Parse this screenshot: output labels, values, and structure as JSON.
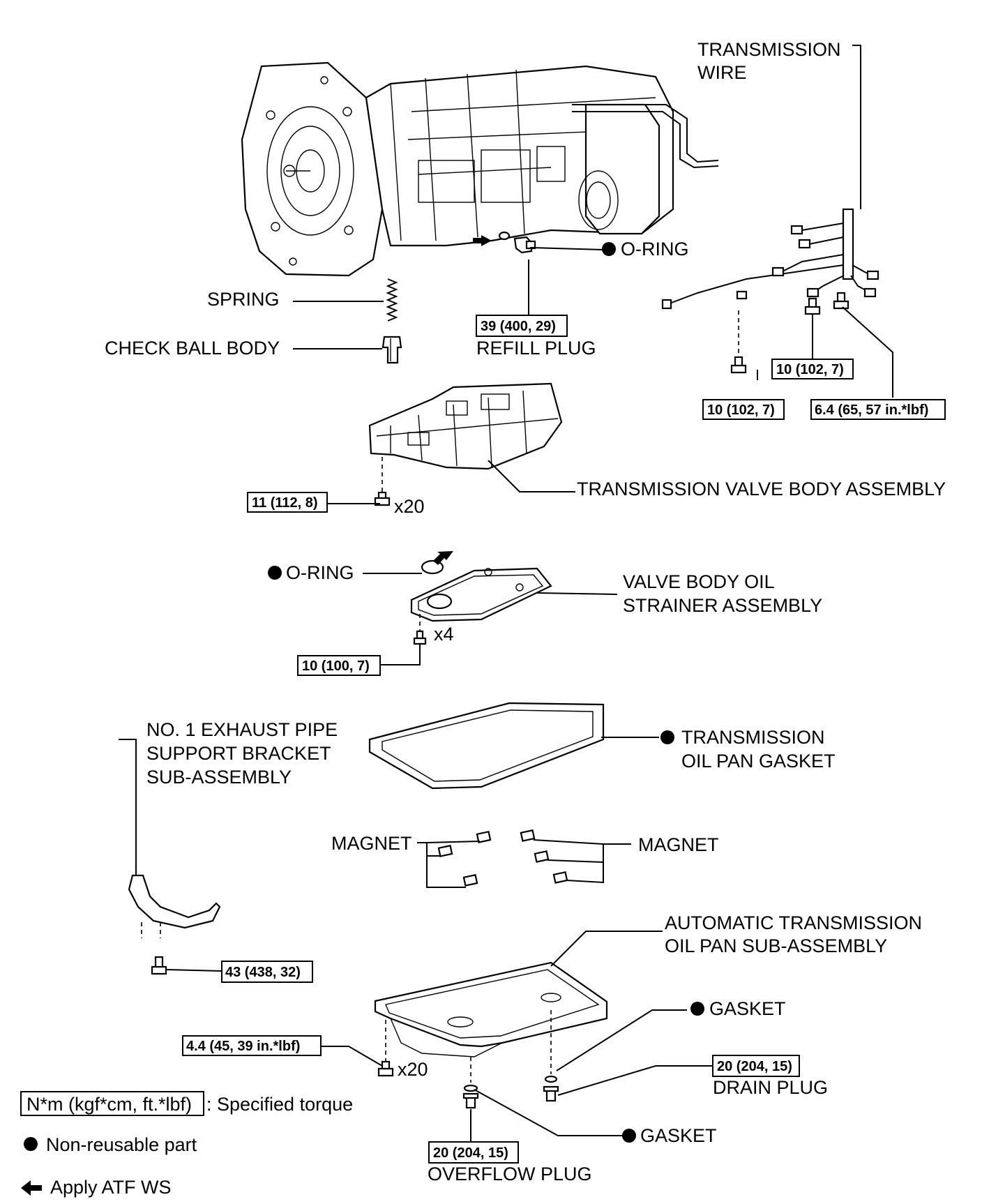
{
  "labels": {
    "transmission_wire_1": "TRANSMISSION",
    "transmission_wire_2": "WIRE",
    "o_ring_top": "O-RING",
    "spring": "SPRING",
    "check_ball_body": "CHECK BALL BODY",
    "refill_plug": "REFILL PLUG",
    "valve_body": "TRANSMISSION VALVE BODY ASSEMBLY",
    "x20_valve": "x20",
    "o_ring_strainer": "O-RING",
    "strainer_1": "VALVE BODY OIL",
    "strainer_2": "STRAINER ASSEMBLY",
    "x4": "x4",
    "exhaust_1": "NO. 1 EXHAUST PIPE",
    "exhaust_2": "SUPPORT BRACKET",
    "exhaust_3": "SUB-ASSEMBLY",
    "pan_gasket_1": "TRANSMISSION",
    "pan_gasket_2": "OIL PAN GASKET",
    "magnet_left": "MAGNET",
    "magnet_right": "MAGNET",
    "oil_pan_1": "AUTOMATIC TRANSMISSION",
    "oil_pan_2": "OIL PAN SUB-ASSEMBLY",
    "gasket_drain": "GASKET",
    "drain_plug": "DRAIN PLUG",
    "x20_pan": "x20",
    "gasket_overflow": "GASKET",
    "overflow_plug": "OVERFLOW PLUG"
  },
  "torques": {
    "refill_plug": "39 (400, 29)",
    "wire_bolt_right": "10 (102, 7)",
    "wire_bolt_left": "10 (102, 7)",
    "wire_bolt_small": "6.4 (65, 57 in.*lbf)",
    "valve_body": "11 (112, 8)",
    "strainer": "10 (100, 7)",
    "bracket": "43 (438, 32)",
    "oil_pan": "4.4 (45, 39 in.*lbf)",
    "drain_plug": "20 (204, 15)",
    "overflow_plug": "20 (204, 15)"
  },
  "legend": {
    "torque_box": "N*m (kgf*cm, ft.*lbf)",
    "torque_text": ": Specified torque",
    "non_reusable": "Non-reusable part",
    "apply_atf": "Apply ATF WS"
  }
}
